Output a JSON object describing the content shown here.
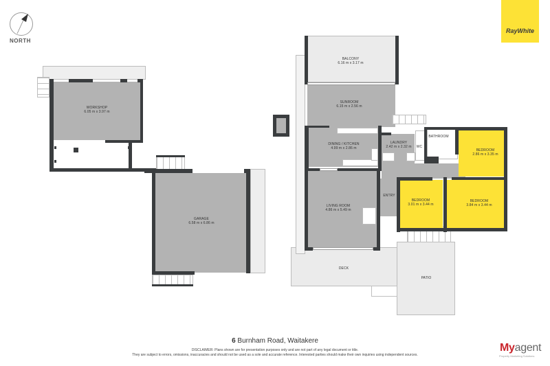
{
  "compass": {
    "label": "NORTH",
    "icon": "north-arrow-icon"
  },
  "brand": {
    "name": "RayWhite",
    "color": "#fde236"
  },
  "rooms": {
    "balcony": {
      "name": "BALCONY",
      "dims": "6.16 m x 3.17 m"
    },
    "sunroom": {
      "name": "SUNROOM",
      "dims": "6.15 m x 2.56 m"
    },
    "dining_kitchen": {
      "name": "DINING / KITCHEN",
      "dims": "4.99 m x 2.86 m"
    },
    "laundry": {
      "name": "LAUNDRY",
      "dims": "2.42 m x 2.32 m"
    },
    "wc": {
      "name": "WC"
    },
    "bathroom": {
      "name": "BATHROOM"
    },
    "bedroom1": {
      "name": "BEDROOM",
      "dims": "2.86 m x 3.35 m"
    },
    "bedroom2": {
      "name": "BEDROOM",
      "dims": "3.01 m x 3.44 m"
    },
    "bedroom3": {
      "name": "BEDROOM",
      "dims": "3.84 m x 3.44 m"
    },
    "living": {
      "name": "LIVING ROOM",
      "dims": "4.86 m x 5.49 m"
    },
    "entry": {
      "name": "ENTRY"
    },
    "deck": {
      "name": "DECK"
    },
    "patio": {
      "name": "PATIO"
    },
    "workshop": {
      "name": "WORKSHOP",
      "dims": "6.05 m x 3.97 m"
    },
    "garage": {
      "name": "GARAGE",
      "dims": "6.58 m x 6.86 m"
    }
  },
  "footer": {
    "address_number": "6",
    "address_rest": " Burnham Road, Waitakere",
    "disclaimer_line1": "DISCLAIMER: Plans shown are for presentation purposes only and are not part of any legal document or title.",
    "disclaimer_line2": "They are subject to errors, omissions, inaccuracies and should not be used as a sole and accurate reference. Interested parties should make their own inquiries using independent sources.",
    "logo_my": "My",
    "logo_agent": "agent",
    "logo_sub": "Property Marketing Solutions"
  },
  "colors": {
    "room_grey": "#b3b3b3",
    "wall": "#3a3d3f",
    "bedroom_highlight": "#fde236",
    "exterior": "#ebebeb",
    "myagent_red": "#c9252c"
  }
}
